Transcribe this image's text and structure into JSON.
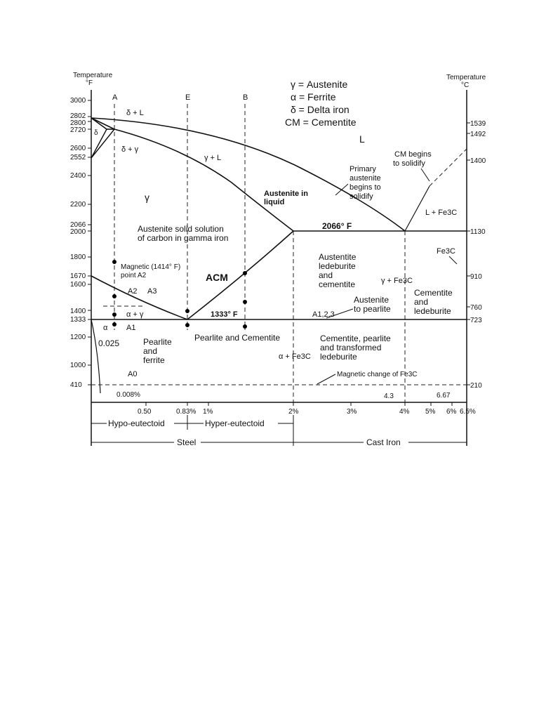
{
  "axes": {
    "left_title_1": "Temperature",
    "left_title_2": "°F",
    "right_title_1": "Temperature",
    "right_title_2": "°C",
    "left_ticks": [
      "3000",
      "2802",
      "2800",
      "2720",
      "2600",
      "2552",
      "2400",
      "2200",
      "2066",
      "2000",
      "1800",
      "1670",
      "1600",
      "1400",
      "1333",
      "1200",
      "1000",
      "410"
    ],
    "right_ticks": [
      "1539",
      "1492",
      "1400",
      "1130",
      "910",
      "760",
      "723",
      "210"
    ],
    "bottom_ticks": [
      "0.50",
      "0.83%",
      "1%",
      "2%",
      "3%",
      "4%",
      "5%",
      "6%",
      "6.67",
      "6.5%"
    ]
  },
  "legend": {
    "gamma": "γ = Austenite",
    "alpha": "α = Ferrite",
    "delta": "δ = Delta iron",
    "cm": "CM = Cementite"
  },
  "top_markers": [
    "A",
    "E",
    "B"
  ],
  "labels": {
    "delta_l": "δ + L",
    "delta_gamma": "δ + γ",
    "delta_small": "δ",
    "gamma_l": "γ + L",
    "l": "L",
    "gamma": "γ",
    "cm_begins_1": "CM begins",
    "cm_begins_2": "to solidify",
    "primary_1": "Primary",
    "primary_2": "austenite",
    "primary_3": "begins to",
    "primary_4": "solidify",
    "aus_liquid_1": "Austenite in",
    "aus_liquid_2": "liquid",
    "l_fe3c": "L + Fe3C",
    "temp_2066": "2066° F",
    "aus_solid_1": "Austenite solid solution",
    "aus_solid_2": "of carbon in gamma iron",
    "fe3c": "Fe3C",
    "magnetic_1": "Magnetic (1414° F)",
    "magnetic_2": "point A2",
    "acm": "ACM",
    "aus_led_1": "Austentite",
    "aus_led_2": "ledeburite",
    "aus_led_3": "and",
    "aus_led_4": "cementite",
    "gamma_fe3c": "γ + Fe3C",
    "cem_led_1": "Cementite",
    "cem_led_2": "and",
    "cem_led_3": "ledeburite",
    "a2": "A2",
    "a3": "A3",
    "alpha_gamma": "α + γ",
    "temp_1333": "1333° F",
    "aus_pearlite_1": "Austenite",
    "aus_pearlite_2": "to pearlite",
    "a123": "A1,2,3",
    "alpha": "α",
    "a1": "A1",
    "c0025": "0.025",
    "pf_1": "Pearlite",
    "pf_2": "and",
    "pf_3": "ferrite",
    "pc": "Pearlite and Cementite",
    "alpha_fe3c": "α + Fe3C",
    "cpl_1": "Cementite, pearlite",
    "cpl_2": "and transformed",
    "cpl_3": "ledeburite",
    "a0": "A0",
    "mag_change": "Magnetic change of Fe3C",
    "c0008": "0.008%",
    "c43": "4.3",
    "hypo": "Hypo-eutectoid",
    "hyper": "Hyper-eutectoid",
    "steel": "Steel",
    "cast_iron": "Cast Iron"
  }
}
